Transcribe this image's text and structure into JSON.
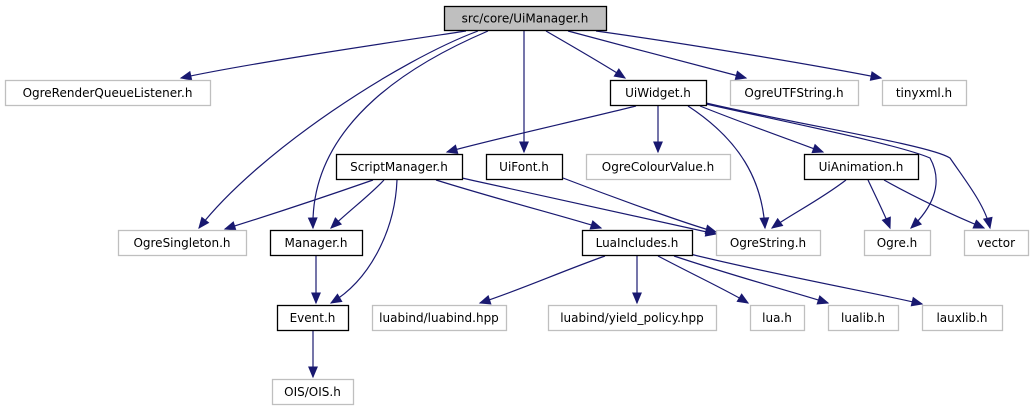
{
  "diagram": {
    "title": "src/core/UiManager.h",
    "type": "include-dependency-graph",
    "colors": {
      "edge": "#191970",
      "root_fill": "#bfbfbf",
      "documented_border": "#000000",
      "external_border": "#bfbfbf"
    },
    "nodes": [
      {
        "id": "uimanager",
        "label": "src/core/UiManager.h",
        "kind": "root"
      },
      {
        "id": "ogrerenderqueuelistener",
        "label": "OgreRenderQueueListener.h",
        "kind": "external"
      },
      {
        "id": "uiwidget",
        "label": "UiWidget.h",
        "kind": "documented"
      },
      {
        "id": "ogreutfstring",
        "label": "OgreUTFString.h",
        "kind": "external"
      },
      {
        "id": "tinyxml",
        "label": "tinyxml.h",
        "kind": "external"
      },
      {
        "id": "scriptmanager",
        "label": "ScriptManager.h",
        "kind": "documented"
      },
      {
        "id": "uifont",
        "label": "UiFont.h",
        "kind": "documented"
      },
      {
        "id": "ogrecolourvalue",
        "label": "OgreColourValue.h",
        "kind": "external"
      },
      {
        "id": "uianimation",
        "label": "UiAnimation.h",
        "kind": "documented"
      },
      {
        "id": "ogresingleton",
        "label": "OgreSingleton.h",
        "kind": "external"
      },
      {
        "id": "manager",
        "label": "Manager.h",
        "kind": "documented"
      },
      {
        "id": "luaincludes",
        "label": "LuaIncludes.h",
        "kind": "documented"
      },
      {
        "id": "ogrestring",
        "label": "OgreString.h",
        "kind": "external"
      },
      {
        "id": "ogre",
        "label": "Ogre.h",
        "kind": "external"
      },
      {
        "id": "vector",
        "label": "vector",
        "kind": "external"
      },
      {
        "id": "event",
        "label": "Event.h",
        "kind": "documented"
      },
      {
        "id": "luabind",
        "label": "luabind/luabind.hpp",
        "kind": "external"
      },
      {
        "id": "yieldpolicy",
        "label": "luabind/yield_policy.hpp",
        "kind": "external"
      },
      {
        "id": "lua",
        "label": "lua.h",
        "kind": "external"
      },
      {
        "id": "lualib",
        "label": "lualib.h",
        "kind": "external"
      },
      {
        "id": "lauxlib",
        "label": "lauxlib.h",
        "kind": "external"
      },
      {
        "id": "ois",
        "label": "OIS/OIS.h",
        "kind": "external"
      }
    ],
    "edges": [
      {
        "from": "uimanager",
        "to": "ogrerenderqueuelistener"
      },
      {
        "from": "uimanager",
        "to": "uiwidget"
      },
      {
        "from": "uimanager",
        "to": "ogreutfstring"
      },
      {
        "from": "uimanager",
        "to": "tinyxml"
      },
      {
        "from": "uimanager",
        "to": "uifont"
      },
      {
        "from": "uimanager",
        "to": "ogresingleton"
      },
      {
        "from": "uimanager",
        "to": "manager"
      },
      {
        "from": "uiwidget",
        "to": "scriptmanager"
      },
      {
        "from": "uiwidget",
        "to": "ogrecolourvalue"
      },
      {
        "from": "uiwidget",
        "to": "uianimation"
      },
      {
        "from": "uiwidget",
        "to": "ogrestring"
      },
      {
        "from": "uiwidget",
        "to": "ogre"
      },
      {
        "from": "uiwidget",
        "to": "vector"
      },
      {
        "from": "scriptmanager",
        "to": "ogresingleton"
      },
      {
        "from": "scriptmanager",
        "to": "manager"
      },
      {
        "from": "scriptmanager",
        "to": "event"
      },
      {
        "from": "scriptmanager",
        "to": "luaincludes"
      },
      {
        "from": "scriptmanager",
        "to": "ogrestring"
      },
      {
        "from": "uifont",
        "to": "ogrestring"
      },
      {
        "from": "uianimation",
        "to": "ogrestring"
      },
      {
        "from": "uianimation",
        "to": "ogre"
      },
      {
        "from": "uianimation",
        "to": "vector"
      },
      {
        "from": "manager",
        "to": "event"
      },
      {
        "from": "luaincludes",
        "to": "luabind"
      },
      {
        "from": "luaincludes",
        "to": "yieldpolicy"
      },
      {
        "from": "luaincludes",
        "to": "lua"
      },
      {
        "from": "luaincludes",
        "to": "lualib"
      },
      {
        "from": "luaincludes",
        "to": "lauxlib"
      },
      {
        "from": "event",
        "to": "ois"
      }
    ]
  }
}
